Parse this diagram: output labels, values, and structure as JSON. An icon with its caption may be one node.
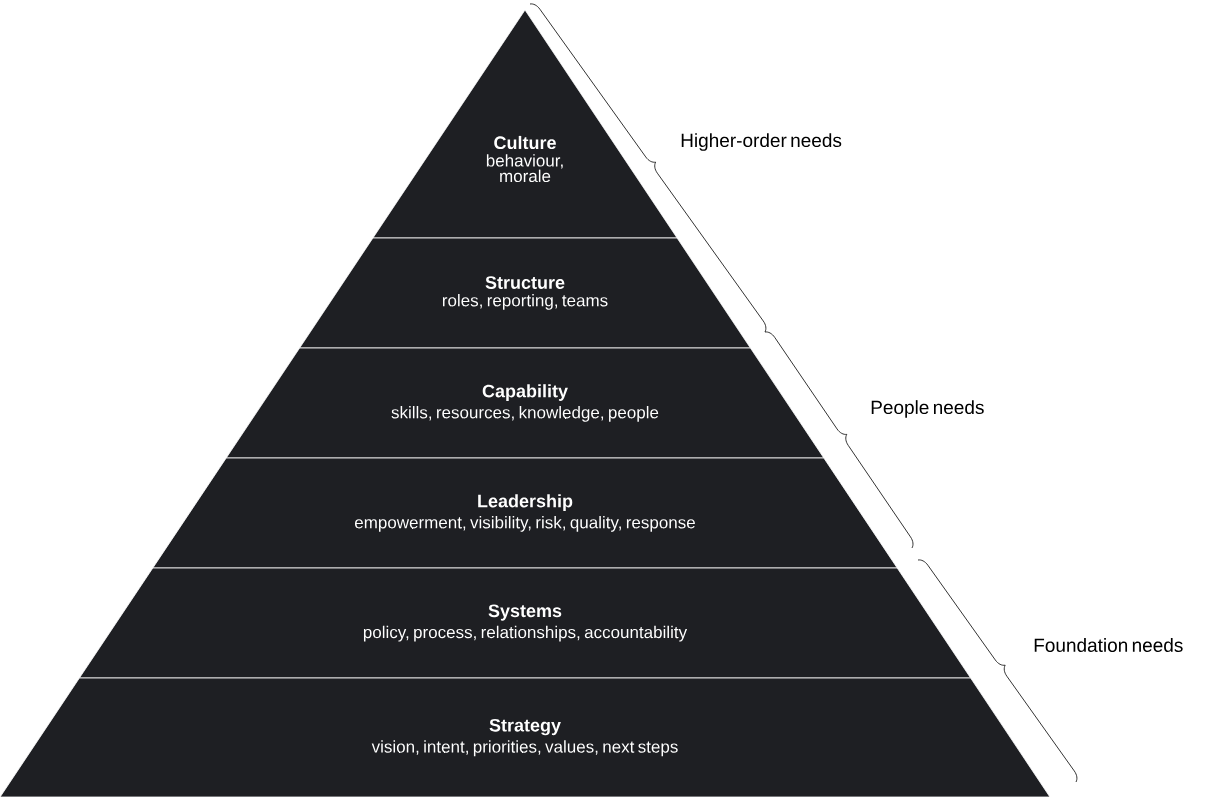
{
  "diagram": {
    "nodes": [
      {
        "text": [
          "Culture",
          "behaviour, morale"
        ]
      },
      {
        "text": [
          "Structure",
          "roles, reporting, teams"
        ]
      },
      {
        "text": [
          "Capability",
          "skills, resources, knowledge, people"
        ]
      },
      {
        "text": [
          "Leadership",
          "empowerment, visibility, risk, quality, response"
        ]
      },
      {
        "text": [
          "Systems",
          "policy, process, relationships, accountability"
        ]
      },
      {
        "text": [
          "Strategy",
          "vision, intent, priorities, values, next steps"
        ]
      }
    ],
    "edges": [],
    "labels": [
      "Higher-order needs",
      "People needs",
      "Foundation needs"
    ]
  }
}
